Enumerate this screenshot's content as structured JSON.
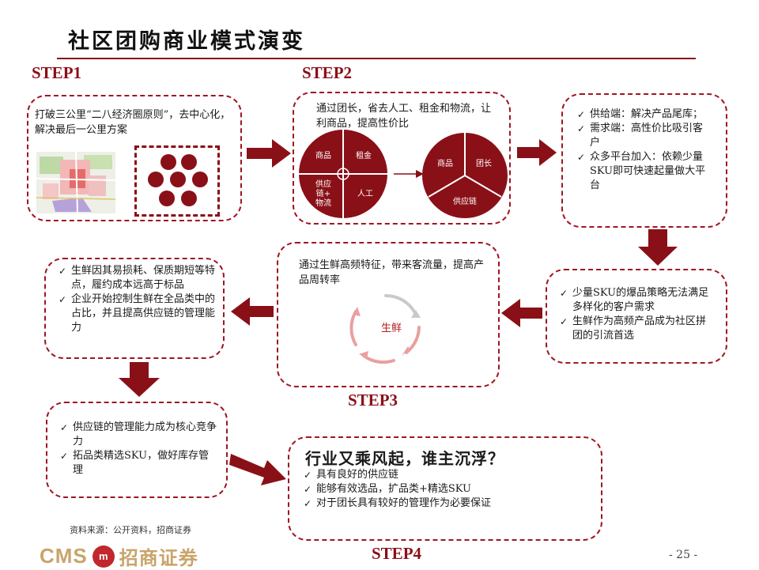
{
  "title": "社区团购商业模式演变",
  "steps": {
    "step1": "STEP1",
    "step2": "STEP2",
    "step3": "STEP3",
    "step4": "STEP4"
  },
  "box1": {
    "text": "打破三公里“二八经济圈原则”，去中心化，解决最后一公里方案"
  },
  "box2": {
    "text": "通过团长，省去人工、租金和物流，让利商品，提高性价比",
    "circle_left": [
      "商品",
      "租金",
      "供应\n链+\n物流",
      "人工"
    ],
    "circle_right": [
      "商品",
      "团长",
      "供应链"
    ]
  },
  "box3": {
    "items": [
      "供给端：解决产品尾库；",
      "需求端：高性价比吸引客户",
      "众多平台加入：依赖少量SKU即可快速起量做大平台"
    ]
  },
  "box4": {
    "items": [
      "少量SKU的爆品策略无法满足多样化的客户需求",
      "生鲜作为高频产品成为社区拼团的引流首选"
    ]
  },
  "box5": {
    "text": "通过生鲜高频特征，带来客流量，提高产品周转率",
    "cycle_label": "生鲜"
  },
  "box6": {
    "items": [
      "生鲜因其易损耗、保质期短等特点，履约成本远高于标品",
      "企业开始控制生鲜在全品类中的占比，并且提高供应链的管理能力"
    ]
  },
  "box7": {
    "items": [
      "供应链的管理能力成为核心竞争力",
      "拓品类精选SKU，做好库存管理"
    ]
  },
  "box8": {
    "headline": "行业又乘风起，谁主沉浮？",
    "items": [
      "具有良好的供应链",
      "能够有效选品，扩品类+精选SKU",
      "对于团长具有较好的管理作为必要保证"
    ]
  },
  "footer": {
    "source": "资料来源：公开资料，招商证券",
    "page": "- 25 -",
    "logo_latin": "CMS",
    "logo_seal": "m",
    "logo_cn": "招商证券"
  },
  "colors": {
    "accent": "#8b0e16",
    "dark_red": "#8a1018",
    "logo_gold": "#c9a46a"
  }
}
